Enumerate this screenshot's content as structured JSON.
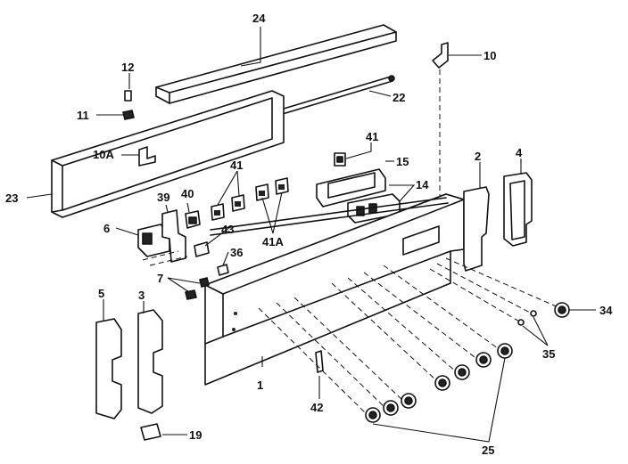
{
  "parts": [
    {
      "id": "p1",
      "label": "1"
    },
    {
      "id": "p2",
      "label": "2"
    },
    {
      "id": "p3",
      "label": "3"
    },
    {
      "id": "p4",
      "label": "4"
    },
    {
      "id": "p5",
      "label": "5"
    },
    {
      "id": "p6",
      "label": "6"
    },
    {
      "id": "p7",
      "label": "7"
    },
    {
      "id": "p10",
      "label": "10"
    },
    {
      "id": "p10a",
      "label": "10A"
    },
    {
      "id": "p11",
      "label": "11"
    },
    {
      "id": "p12",
      "label": "12"
    },
    {
      "id": "p14",
      "label": "14"
    },
    {
      "id": "p15",
      "label": "15"
    },
    {
      "id": "p19",
      "label": "19"
    },
    {
      "id": "p22",
      "label": "22"
    },
    {
      "id": "p23",
      "label": "23"
    },
    {
      "id": "p24",
      "label": "24"
    },
    {
      "id": "p25",
      "label": "25"
    },
    {
      "id": "p34",
      "label": "34"
    },
    {
      "id": "p35",
      "label": "35"
    },
    {
      "id": "p36",
      "label": "36"
    },
    {
      "id": "p39",
      "label": "39"
    },
    {
      "id": "p40",
      "label": "40"
    },
    {
      "id": "p41a",
      "label": "41"
    },
    {
      "id": "p41b",
      "label": "41"
    },
    {
      "id": "p41A",
      "label": "41A"
    },
    {
      "id": "p42",
      "label": "42"
    },
    {
      "id": "p43",
      "label": "43"
    }
  ]
}
